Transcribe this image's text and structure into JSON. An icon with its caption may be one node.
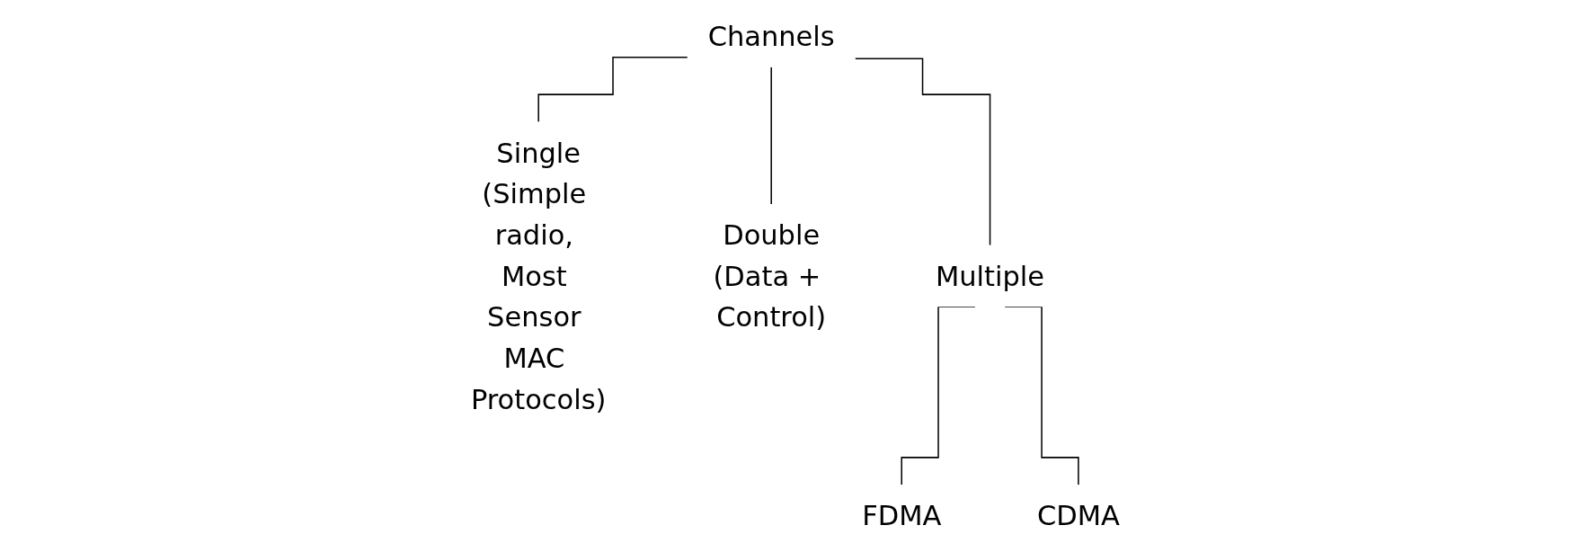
{
  "diagram": {
    "nodes": [
      {
        "text": [
          "Channels"
        ]
      },
      {
        "text": [
          "Single",
          "(Simple radio, Most Sensor MAC Protocols)"
        ]
      },
      {
        "text": [
          "Double",
          "(Data + Control)"
        ]
      },
      {
        "text": [
          "Multiple"
        ]
      },
      {
        "text": [
          "FDMA"
        ]
      },
      {
        "text": [
          "CDMA"
        ]
      }
    ],
    "edges": [
      {
        "from": 0,
        "to": 1,
        "arrow": "none"
      },
      {
        "from": 0,
        "to": 2,
        "arrow": "none"
      },
      {
        "from": 0,
        "to": 3,
        "arrow": "none"
      },
      {
        "from": 3,
        "to": 4,
        "arrow": "none"
      },
      {
        "from": 3,
        "to": 5,
        "arrow": "none"
      }
    ]
  }
}
